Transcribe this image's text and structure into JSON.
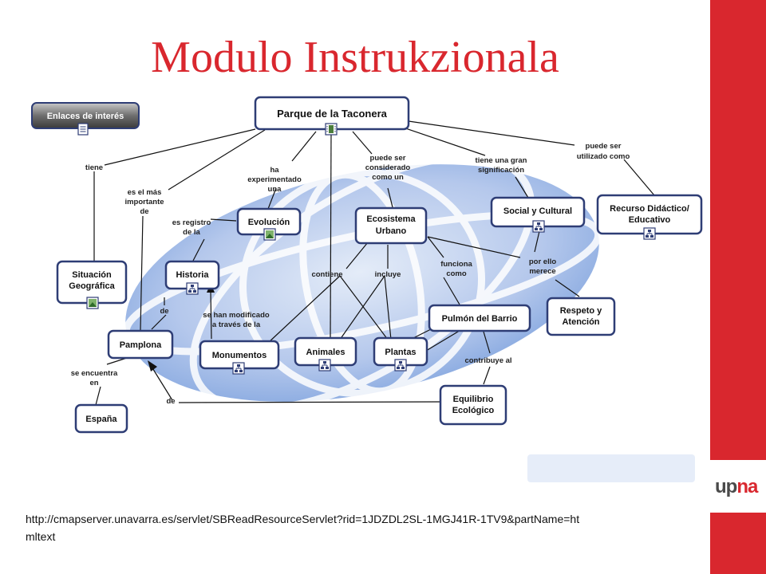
{
  "slide": {
    "title": "Modulo Instrukzionala",
    "source_url": "http://cmapserver.unavarra.es/servlet/SBReadResourceServlet?rid=1JDZDL2SL-1MGJ41R-1TV9&partName=htmltext",
    "logo": {
      "up": "up",
      "na": "na"
    },
    "accent_color": "#d9272e"
  },
  "concept_map": {
    "nodes": {
      "enlaces": "Enlaces de interés",
      "parque": "Parque de la Taconera",
      "evolucion": "Evolución",
      "ecosistema": [
        "Ecosistema",
        "Urbano"
      ],
      "social": "Social y Cultural",
      "recurso": [
        "Recurso Didáctico/",
        "Educativo"
      ],
      "situacion": [
        "Situación",
        "Geográfica"
      ],
      "historia": "Historia",
      "respeto": [
        "Respeto  y",
        "Atención"
      ],
      "pulmon": "Pulmón del Barrio",
      "pamplona": "Pamplona",
      "monumentos": "Monumentos",
      "animales": "Animales",
      "plantas": "Plantas",
      "equilibrio": [
        "Equilibrio",
        "Ecológico"
      ],
      "espana": "España"
    },
    "links": {
      "tiene": "tiene",
      "ha_experimentado": [
        "ha",
        "experimentado",
        "una"
      ],
      "puede_ser_considerado": [
        "puede ser",
        "considerado",
        "como un"
      ],
      "tiene_gran_significacion": [
        "tiene una gran",
        "significación"
      ],
      "puede_ser_utilizado": [
        "puede ser",
        "utilizado como"
      ],
      "es_el_mas_importante": [
        "es el más",
        "importante",
        "de"
      ],
      "es_registro": [
        "es registro",
        "de la"
      ],
      "contiene": "contiene",
      "incluye": "incluye",
      "funciona_como": [
        "funciona",
        "como"
      ],
      "por_ello_merece": [
        "por ello",
        "merece"
      ],
      "de1": "de",
      "se_han_modificado": [
        "se han modificado",
        "a través de la"
      ],
      "contribuye_al": "contribuye al",
      "se_encuentra_en": [
        "se encuentra",
        "en"
      ],
      "de2": "de"
    },
    "icons": [
      "document-icon",
      "film-icon",
      "image-icon",
      "hierarchy-icon"
    ]
  }
}
